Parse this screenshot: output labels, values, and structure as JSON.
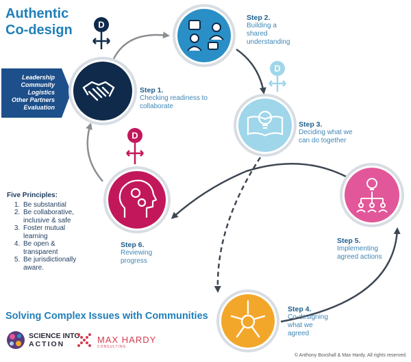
{
  "title": {
    "line1": "Authentic",
    "line2": "Co-design"
  },
  "arrow_panel": {
    "lines": [
      "Leadership",
      "Community",
      "Logistics",
      "Other Partners",
      "Evaluation"
    ]
  },
  "steps": [
    {
      "title": "Step 1.",
      "desc": [
        "Checking readiness to",
        "collaborate"
      ]
    },
    {
      "title": "Step 2.",
      "desc": [
        "Building a",
        "shared",
        "understanding"
      ]
    },
    {
      "title": "Step 3.",
      "desc": [
        "Deciding what we",
        "can do together"
      ]
    },
    {
      "title": "Step 4.",
      "desc": [
        "Co-designing",
        "what we",
        "agreed"
      ]
    },
    {
      "title": "Step 5.",
      "desc": [
        "Implementing",
        "agreed actions"
      ]
    },
    {
      "title": "Step 6.",
      "desc": [
        "Reviewing",
        "progress"
      ]
    }
  ],
  "decision_marker": "D",
  "principles": {
    "heading": "Five Principles:",
    "items": [
      "Be substantial",
      "Be collaborative, inclusive & safe",
      "Foster mutual learning",
      "Be open & transparent",
      "Be jurisdictionally aware."
    ]
  },
  "footer": {
    "title": "Solving Complex Issues with Communities",
    "logo1": {
      "line1": "SCIENCE INTO",
      "line2": "ACTION"
    },
    "logo2": {
      "name": "MAX HARDY",
      "sub": "CONSULTING"
    },
    "copyright": "© Anthony Boxshall & Max Hardy. All rights reserved."
  },
  "colors": {
    "step1": "#0f2a4a",
    "step2": "#2a8fc6",
    "step3": "#9fd6ea",
    "step4": "#f2a72a",
    "step5": "#e2579a",
    "step6": "#c2185b",
    "arrow": "#8a8d92",
    "title": "#1f7fb8",
    "panel": "#1d4f8a"
  },
  "icons": [
    "handshake-icon",
    "people-discussion-icon",
    "book-bulb-icon",
    "joined-hands-icon",
    "idea-network-icon",
    "head-gears-icon"
  ]
}
